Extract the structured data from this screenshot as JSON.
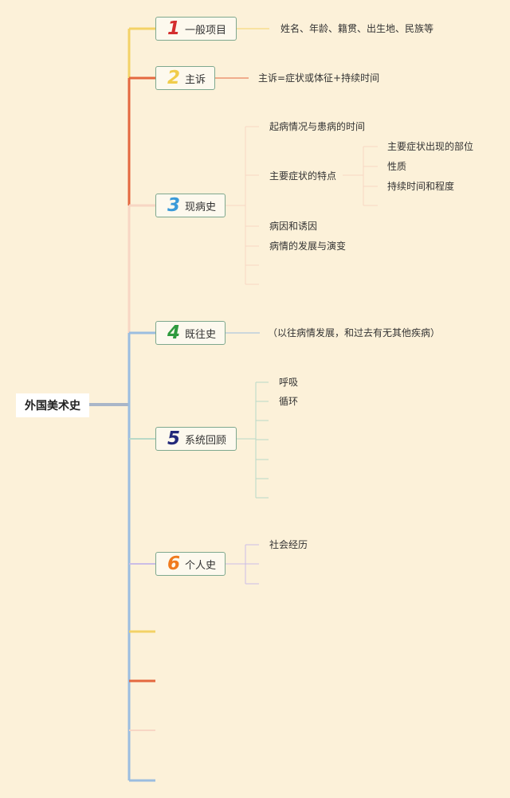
{
  "root": {
    "label": "外国美术史"
  },
  "branches": [
    {
      "num": "1",
      "label": "一般项目",
      "color": "#d42e2e",
      "details": [
        "姓名、年龄、籍贯、出生地、民族等"
      ]
    },
    {
      "num": "2",
      "label": "主诉",
      "color": "#f0cc4a",
      "details": [
        "主诉=症状或体征+持续时间"
      ]
    },
    {
      "num": "3",
      "label": "现病史",
      "color": "#3a9ad9",
      "details": [
        "起病情况与患病的时间",
        "主要症状的特点",
        "病因和诱因",
        "病情的发展与演变"
      ],
      "sub_details": [
        "主要症状出现的部位",
        "性质",
        "持续时间和程度"
      ]
    },
    {
      "num": "4",
      "label": "既往史",
      "color": "#2e9a3e",
      "details": [
        "（以往病情发展，和过去有无其他疾病）"
      ]
    },
    {
      "num": "5",
      "label": "系统回顾",
      "color": "#22287a",
      "details": [
        "呼吸",
        "循环"
      ]
    },
    {
      "num": "6",
      "label": "个人史",
      "color": "#f07a1e",
      "details": [
        "社会经历"
      ]
    }
  ]
}
